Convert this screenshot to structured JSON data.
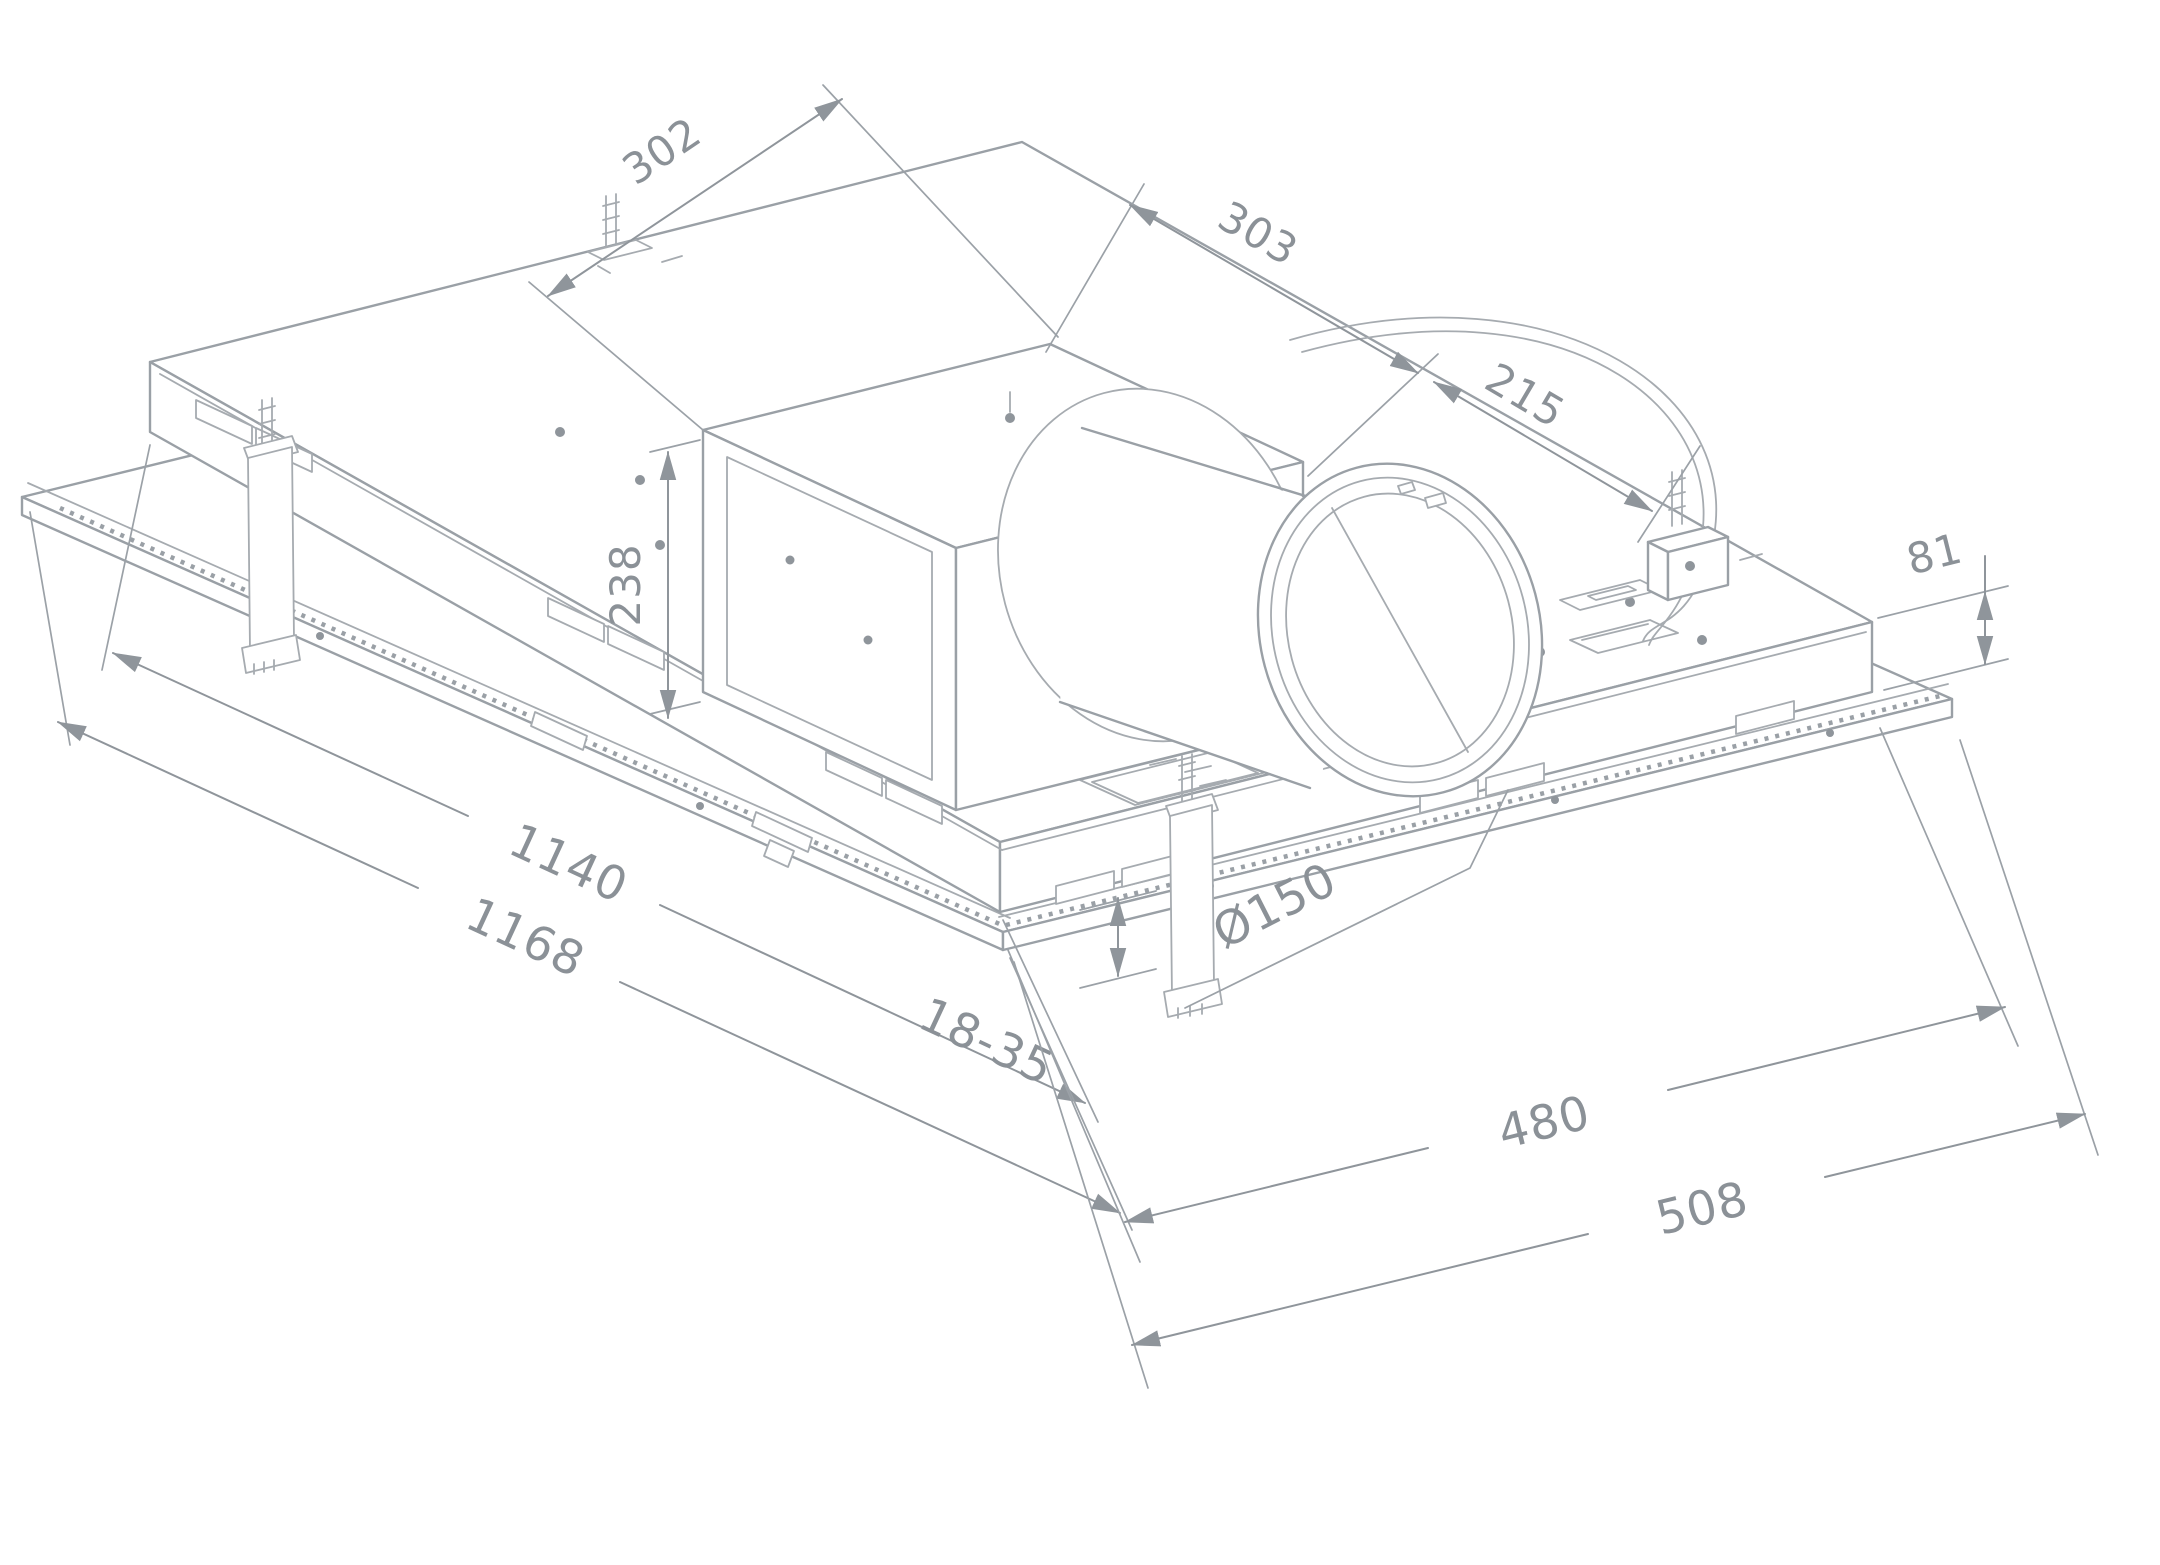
{
  "drawing": {
    "background_color": "#ffffff",
    "line_color": "#9aa0a6",
    "text_color": "#8b9197",
    "dims": {
      "d302": "302",
      "d303": "303",
      "d215": "215",
      "d238": "238",
      "d1140": "1140",
      "d1168": "1168",
      "d18_35": "18-35",
      "d150": "Ø150",
      "d81": "81",
      "d480": "480",
      "d508": "508"
    }
  }
}
